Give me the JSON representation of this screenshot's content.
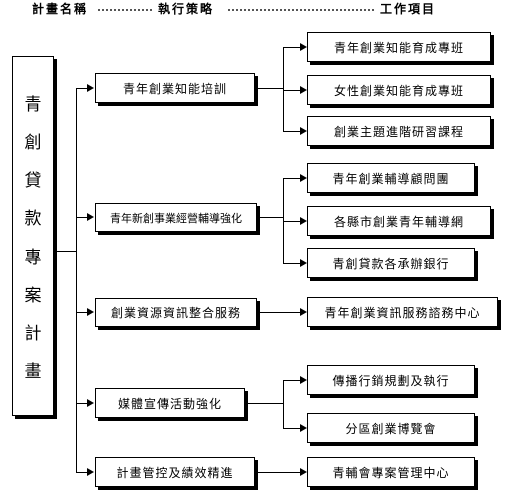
{
  "headers": {
    "project_name": "計畫名稱",
    "strategy": "執行策略",
    "work_items": "工作項目"
  },
  "project_title_chars": [
    "青",
    "創",
    "貸",
    "款",
    "專",
    "案",
    "計",
    "畫"
  ],
  "strategies": [
    {
      "label": "青年創業知能培訓",
      "items": [
        "青年創業知能育成專班",
        "女性創業知能育成專班",
        "創業主題進階研習課程"
      ]
    },
    {
      "label": "青年新創事業經營輔導強化",
      "items": [
        "青年創業輔導顧問團",
        "各縣市創業青年輔導網",
        "青創貸款各承辦銀行"
      ]
    },
    {
      "label": "創業資源資訊整合服務",
      "items": [
        "青年創業資訊服務諮務中心"
      ]
    },
    {
      "label": "媒體宣傳活動強化",
      "items": [
        "傳播行銷規劃及執行",
        "分區創業博覽會"
      ]
    },
    {
      "label": "計畫管控及績效精進",
      "items": [
        "青輔會專案管理中心"
      ]
    }
  ]
}
